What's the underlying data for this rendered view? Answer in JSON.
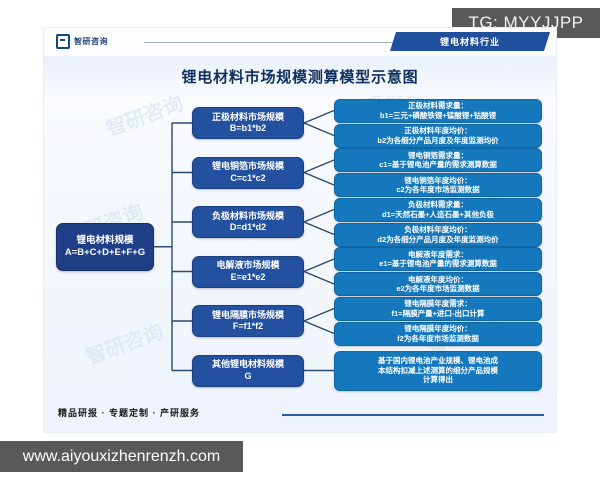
{
  "watermarks": {
    "top_right": "TG: MYYJJPP",
    "bottom_left": "www.aiyouxizhenrenzh.com",
    "faint": [
      "智研咨询",
      "智研咨询",
      "智研咨询",
      "智研咨询",
      "智研咨询",
      "智研咨询"
    ]
  },
  "header": {
    "logo_text": "智研咨询",
    "industry_banner": "锂电材料行业",
    "title": "锂电材料市场规模测算模型示意图"
  },
  "footer": {
    "tagline": "精品研报 · 专题定制 · 产研服务"
  },
  "colors": {
    "root_box": "#1f3f86",
    "mid_box": "#23519f",
    "leaf_box": "#1578bd",
    "banner": "#1f4e9c",
    "title_text": "#0f2f5e",
    "link_line": "#2b4a6f",
    "watermark_bar": "#595959"
  },
  "diagram": {
    "root": {
      "line1": "锂电材料规模",
      "line2": "A=B+C+D+E+F+G"
    },
    "branches": [
      {
        "line1": "正极材料市场规模",
        "line2": "B=b1*b2",
        "leaves": [
          {
            "line1": "正极材料需求量：",
            "line2": "b1=三元+磷酸铁锂+锰酸锂+钴酸锂"
          },
          {
            "line1": "正极材料年度均价：",
            "line2": "b2为各细分产品月度及年度监测均价"
          }
        ]
      },
      {
        "line1": "锂电铜箔市场规模",
        "line2": "C=c1*c2",
        "leaves": [
          {
            "line1": "锂电铜箔需求量：",
            "line2": "c1=基于锂电池产量的需求测算数据"
          },
          {
            "line1": "锂电铜箔年度均价：",
            "line2": "c2为各年度市场监测数据"
          }
        ]
      },
      {
        "line1": "负极材料市场规模",
        "line2": "D=d1*d2",
        "leaves": [
          {
            "line1": "负极材料需求量：",
            "line2": "d1=天然石墨+人造石墨+其他负极"
          },
          {
            "line1": "负极材料年度均价：",
            "line2": "d2为各细分产品月度及年度监测均价"
          }
        ]
      },
      {
        "line1": "电解液市场规模",
        "line2": "E=e1*e2",
        "leaves": [
          {
            "line1": "电解液年度需求：",
            "line2": "e1=基于锂电池产量的需求测算数据"
          },
          {
            "line1": "电解液年度均价：",
            "line2": "e2为各年度市场监测数据"
          }
        ]
      },
      {
        "line1": "锂电隔膜市场规模",
        "line2": "F=f1*f2",
        "leaves": [
          {
            "line1": "锂电隔膜年度需求：",
            "line2": "f1=隔膜产量+进口-出口计算"
          },
          {
            "line1": "锂电隔膜年度均价：",
            "line2": "f2为各年度市场监测数据"
          }
        ]
      },
      {
        "line1": "其他锂电材料规模",
        "line2": "G",
        "leaves": [
          {
            "line1": "基于国内锂电池产业规模、锂电池成",
            "line2": "本结构扣减上述测算的细分产品规模",
            "line3": "计算得出"
          }
        ]
      }
    ]
  }
}
